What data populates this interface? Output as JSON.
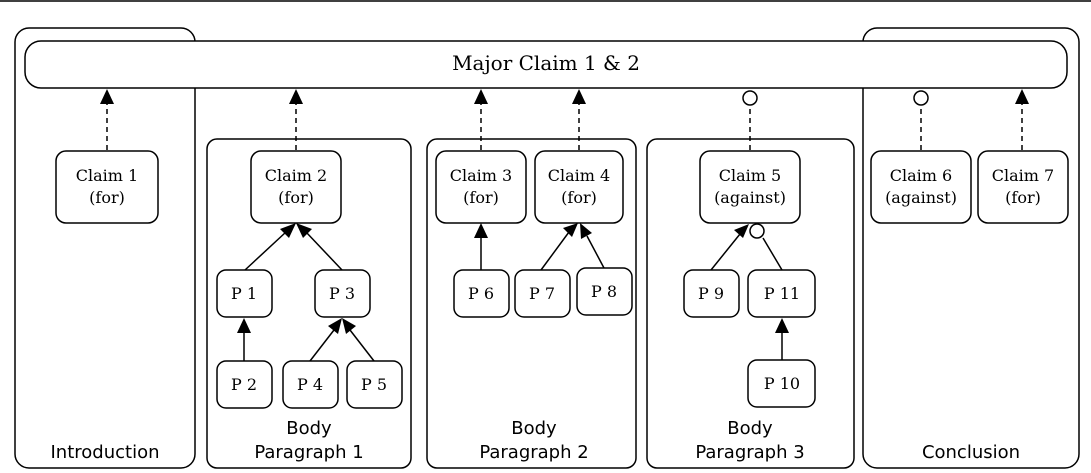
{
  "major_claim": "Major Claim 1 & 2",
  "sections": {
    "introduction": [
      "Introduction"
    ],
    "body1": [
      "Body",
      "Paragraph 1"
    ],
    "body2": [
      "Body",
      "Paragraph 2"
    ],
    "body3": [
      "Body",
      "Paragraph 3"
    ],
    "conclusion": [
      "Conclusion"
    ]
  },
  "claims": {
    "c1": [
      "Claim 1",
      "(for)"
    ],
    "c2": [
      "Claim 2",
      "(for)"
    ],
    "c3": [
      "Claim 3",
      "(for)"
    ],
    "c4": [
      "Claim 4",
      "(for)"
    ],
    "c5": [
      "Claim 5",
      "(against)"
    ],
    "c6": [
      "Claim 6",
      "(against)"
    ],
    "c7": [
      "Claim 7",
      "(for)"
    ]
  },
  "premises": {
    "p1": "P 1",
    "p2": "P 2",
    "p3": "P 3",
    "p4": "P 4",
    "p5": "P 5",
    "p6": "P 6",
    "p7": "P 7",
    "p8": "P 8",
    "p9": "P 9",
    "p10": "P 10",
    "p11": "P 11"
  }
}
